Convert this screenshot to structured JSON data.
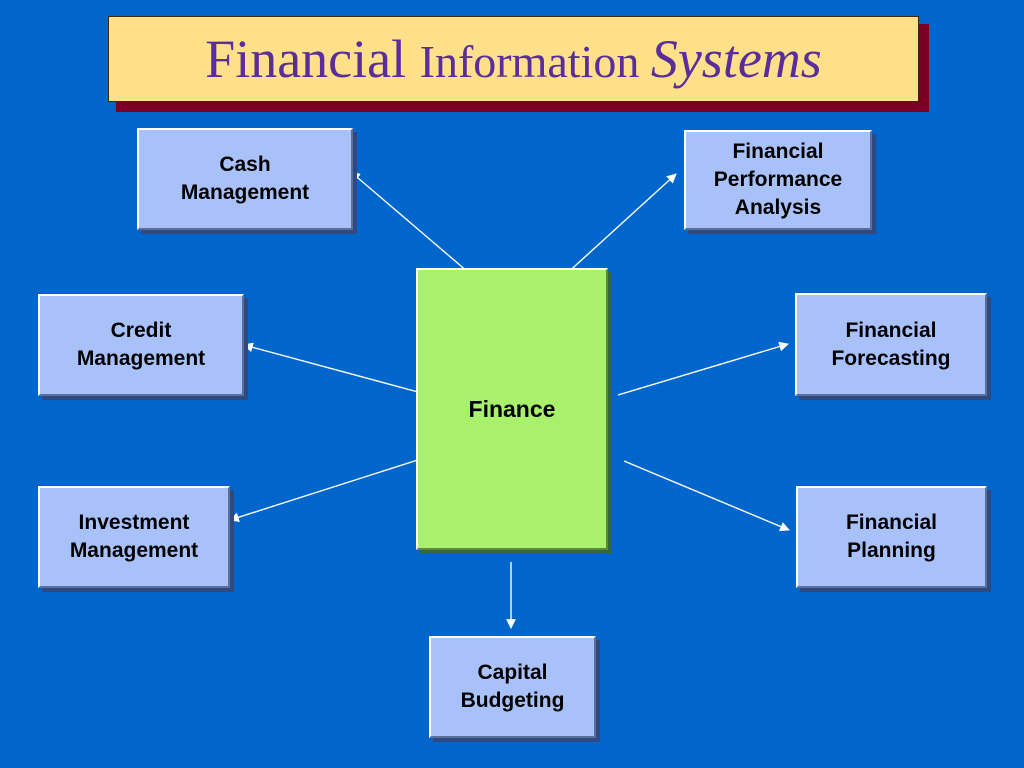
{
  "title": {
    "part1": "Financial ",
    "part2": "Information ",
    "part3": "Systems"
  },
  "center": {
    "label": "Finance"
  },
  "nodes": {
    "cash_management": "Cash\nManagement",
    "financial_performance_analysis": "Financial\nPerformance\nAnalysis",
    "credit_management": "Credit\nManagement",
    "financial_forecasting": "Financial\nForecasting",
    "investment_management": "Investment\nManagement",
    "financial_planning": "Financial\nPlanning",
    "capital_budgeting": "Capital\nBudgeting"
  },
  "colors": {
    "background": "#0066cc",
    "title_fill": "#ffe08a",
    "title_text": "#5a2d9c",
    "title_shadow": "#7a0026",
    "node_fill": "#a9c1f9",
    "center_fill": "#a9f06c",
    "arrow": "#ffffff"
  }
}
